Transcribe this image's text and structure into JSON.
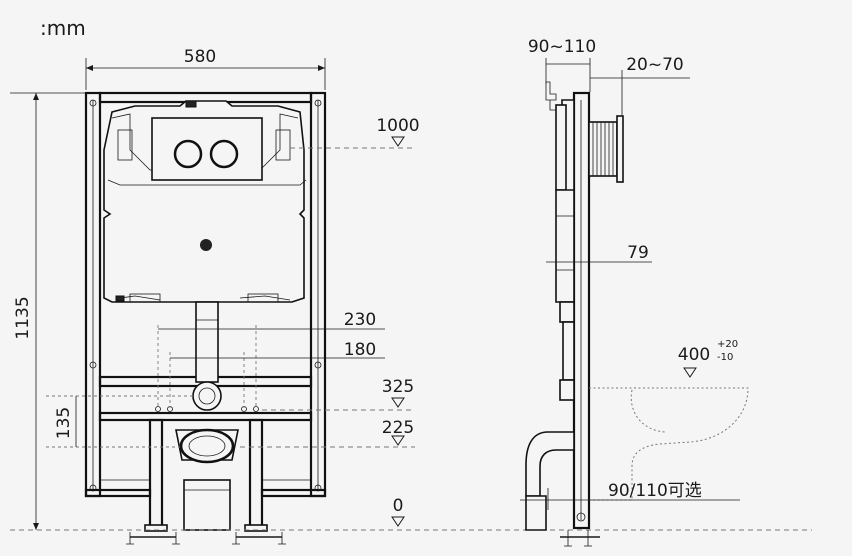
{
  "unit_label": ":mm",
  "front_view": {
    "width": "580",
    "height": "1135",
    "level_1000": "1000",
    "spacing_230": "230",
    "spacing_180": "180",
    "level_325": "325",
    "level_225": "225",
    "offset_135": "135",
    "floor_0": "0"
  },
  "side_view": {
    "depth_range": "90~110",
    "wall_range": "20~70",
    "depth_79": "79",
    "height_main": "400",
    "tol_plus": "+20",
    "tol_minus": "-10",
    "pipe_option": "90/110可选"
  }
}
